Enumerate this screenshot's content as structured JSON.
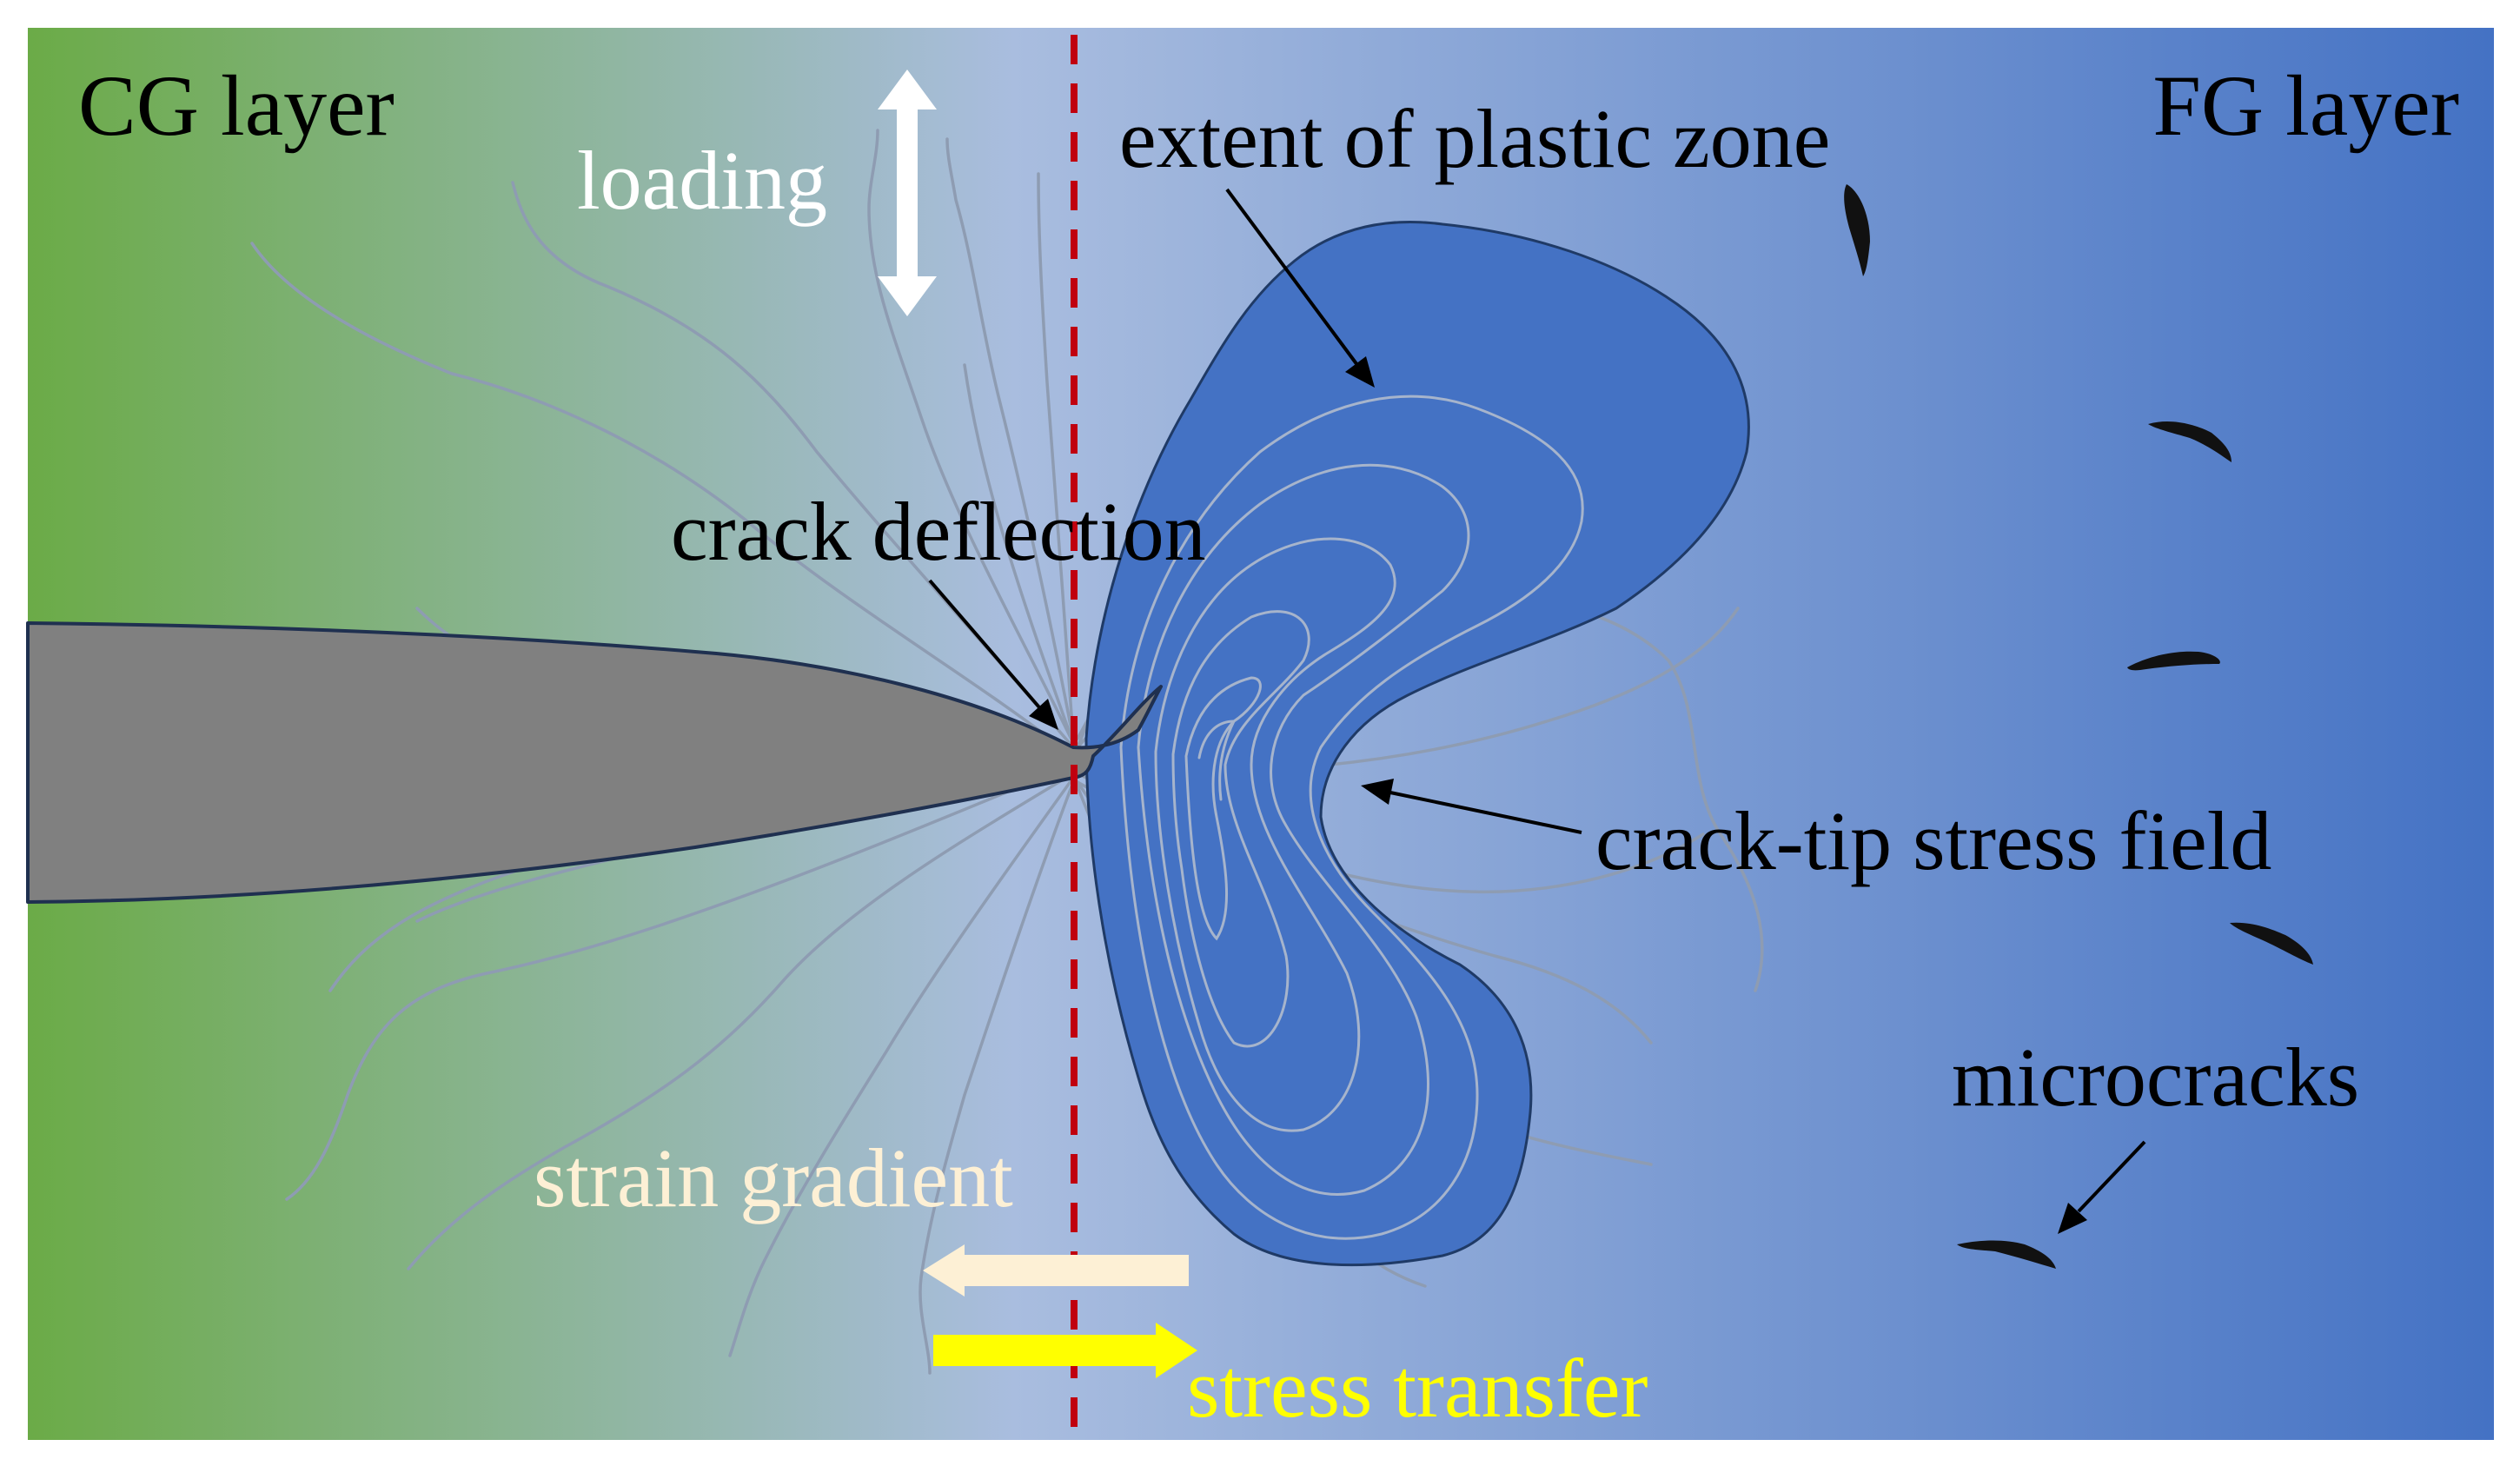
{
  "labels": {
    "cg_layer": "CG layer",
    "fg_layer": "FG layer",
    "loading": "loading",
    "plastic_zone": "extent of plastic zone",
    "crack_deflection": "crack deflection",
    "stress_field": "crack-tip stress field",
    "microcracks": "microcracks",
    "strain_gradient": "strain gradient",
    "stress_transfer": "stress transfer"
  },
  "colors": {
    "cg_green": "#6bab47",
    "mid_light_blue": "#a9bddf",
    "fg_blue": "#4472c4",
    "plastic_zone": "#4472c4",
    "crack_gray": "#808080",
    "interface_red": "#c0000f",
    "strain_gradient_arrow": "#fdf0d5",
    "stress_transfer_arrow": "#ffff00",
    "loading_arrow": "#ffffff"
  }
}
